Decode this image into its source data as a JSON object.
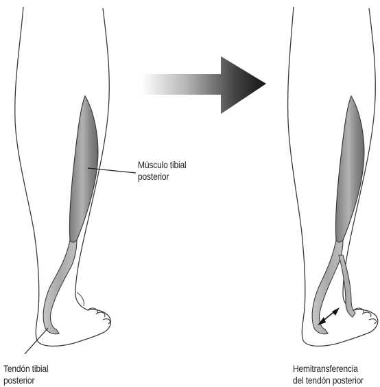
{
  "labels": {
    "muscle": {
      "line1": "Músculo tibial",
      "line2": "posterior"
    },
    "tendon": {
      "line1": "Tendón tibial",
      "line2": "posterior"
    },
    "transfer": {
      "line1": "Hemitransferencia",
      "line2": "del tendón posterior"
    }
  },
  "colors": {
    "outline": "#3a3a3a",
    "muscle_fill": "#8e8e8e",
    "tendon_fill": "#b9b9b9",
    "arrow_dark": "#1a1a1a",
    "arrow_light": "#ffffff"
  }
}
